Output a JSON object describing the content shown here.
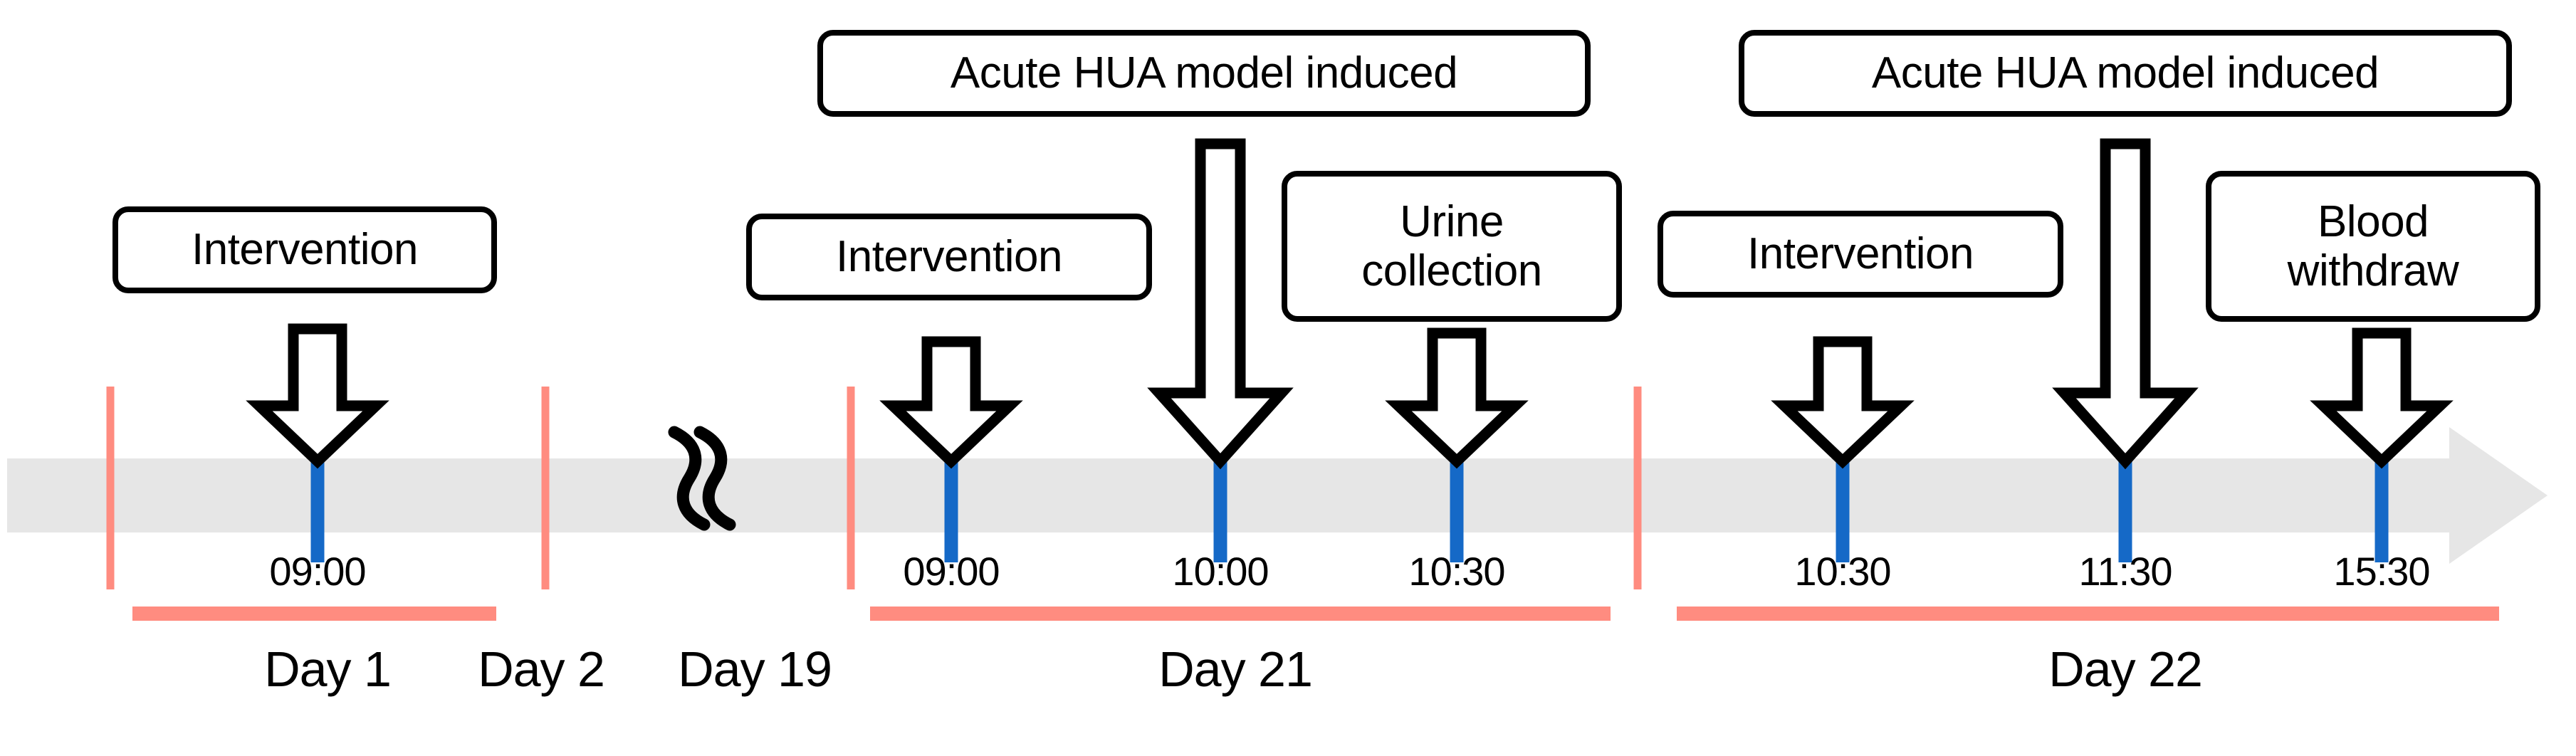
{
  "figure": {
    "type": "experimental-timeline",
    "orientation": "horizontal",
    "colors": {
      "axis_bar": "#E6E6E6",
      "day_divider": "#FF8C80",
      "day_underline": "#FF8C80",
      "time_tick": "#1569C7",
      "box_border": "#000000",
      "arrow_outline": "#000000",
      "background": "#FFFFFF",
      "text": "#000000"
    }
  },
  "boxes": [
    {
      "id": "box-intervention-day1",
      "label": "Intervention"
    },
    {
      "id": "box-hua-day21",
      "label": "Acute HUA model induced"
    },
    {
      "id": "box-intervention-day21",
      "label": "Intervention"
    },
    {
      "id": "box-urine-day21",
      "label": "Urine\ncollection"
    },
    {
      "id": "box-hua-day22",
      "label": "Acute HUA model induced"
    },
    {
      "id": "box-intervention-day22",
      "label": "Intervention"
    },
    {
      "id": "box-blood-day22",
      "label": "Blood\nwithdraw"
    }
  ],
  "time_markers": [
    {
      "id": "tick-day1-0900",
      "time": "09:00",
      "event": "Intervention"
    },
    {
      "id": "tick-day21-0900",
      "time": "09:00",
      "event": "Intervention"
    },
    {
      "id": "tick-day21-1000",
      "time": "10:00",
      "event": "Acute HUA model induced"
    },
    {
      "id": "tick-day21-1030",
      "time": "10:30",
      "event": "Urine collection"
    },
    {
      "id": "tick-day22-1030",
      "time": "10:30",
      "event": "Intervention"
    },
    {
      "id": "tick-day22-1130",
      "time": "11:30",
      "event": "Acute HUA model induced"
    },
    {
      "id": "tick-day22-1530",
      "time": "15:30",
      "event": "Blood withdraw"
    }
  ],
  "day_labels": [
    {
      "id": "day-1",
      "label": "Day 1"
    },
    {
      "id": "day-2",
      "label": "Day 2"
    },
    {
      "id": "day-19",
      "label": "Day 19"
    },
    {
      "id": "day-21",
      "label": "Day 21"
    },
    {
      "id": "day-22",
      "label": "Day 22"
    }
  ],
  "axis": {
    "break_symbol": "timeline-break",
    "end_arrow": "timeline-arrowhead-right"
  }
}
